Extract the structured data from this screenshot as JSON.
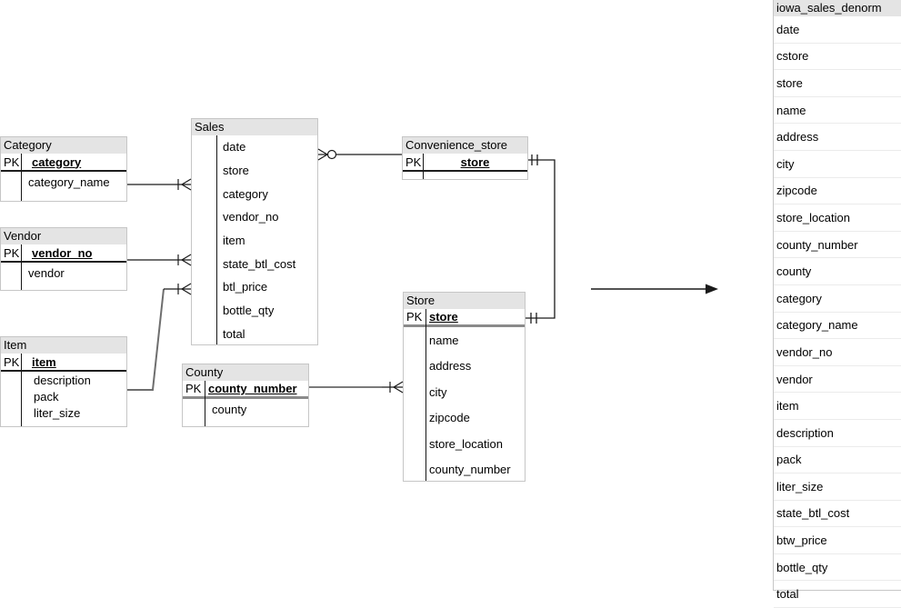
{
  "diagram": {
    "pk_label": "PK",
    "tables": [
      {
        "id": "category",
        "title": "Category",
        "pk_field": "category",
        "fields": [
          "category_name"
        ]
      },
      {
        "id": "vendor",
        "title": "Vendor",
        "pk_field": "vendor_no",
        "fields": [
          "vendor"
        ]
      },
      {
        "id": "item",
        "title": "Item",
        "pk_field": "item",
        "fields": [
          "description",
          "pack",
          "liter_size"
        ]
      },
      {
        "id": "sales",
        "title": "Sales",
        "pk_field": null,
        "fields": [
          "date",
          "store",
          "category",
          "vendor_no",
          "item",
          "state_btl_cost",
          "btl_price",
          "bottle_qty",
          "total"
        ]
      },
      {
        "id": "convenience_store",
        "title": "Convenience_store",
        "pk_field": "store",
        "fields": []
      },
      {
        "id": "store",
        "title": "Store",
        "pk_field": "store",
        "fields": [
          "name",
          "address",
          "city",
          "zipcode",
          "store_location",
          "county_number"
        ]
      },
      {
        "id": "county",
        "title": "County",
        "pk_field": "county_number",
        "fields": [
          "county"
        ]
      },
      {
        "id": "iowa_sales_denorm",
        "title": "iowa_sales_denorm",
        "pk_field": null,
        "fields": [
          "date",
          "cstore",
          "store",
          "name",
          "address",
          "city",
          "zipcode",
          "store_location",
          "county_number",
          "county",
          "category",
          "category_name",
          "vendor_no",
          "vendor",
          "item",
          "description",
          "pack",
          "liter_size",
          "state_btl_cost",
          "btw_price",
          "bottle_qty",
          "total"
        ]
      }
    ],
    "relationships": [
      {
        "from": "Category",
        "to": "Sales",
        "from_cardinality": "one",
        "to_cardinality": "one-to-many"
      },
      {
        "from": "Vendor",
        "to": "Sales",
        "from_cardinality": "one",
        "to_cardinality": "one-to-many"
      },
      {
        "from": "Item",
        "to": "Sales",
        "from_cardinality": "one",
        "to_cardinality": "one-to-many"
      },
      {
        "from": "Sales",
        "to": "Convenience_store",
        "from_cardinality": "zero-or-many",
        "to_cardinality": "one"
      },
      {
        "from": "Convenience_store",
        "to": "Store",
        "from_cardinality": "one-and-only-one",
        "to_cardinality": "one-and-only-one"
      },
      {
        "from": "County",
        "to": "Store",
        "from_cardinality": "one",
        "to_cardinality": "one-to-many"
      },
      {
        "type": "transform-arrow",
        "from": "star-schema",
        "to": "iowa_sales_denorm"
      }
    ],
    "colors": {
      "header_bg": "#e4e4e4",
      "table_border": "#c6c6c6",
      "line": "#1a1a1a"
    }
  }
}
